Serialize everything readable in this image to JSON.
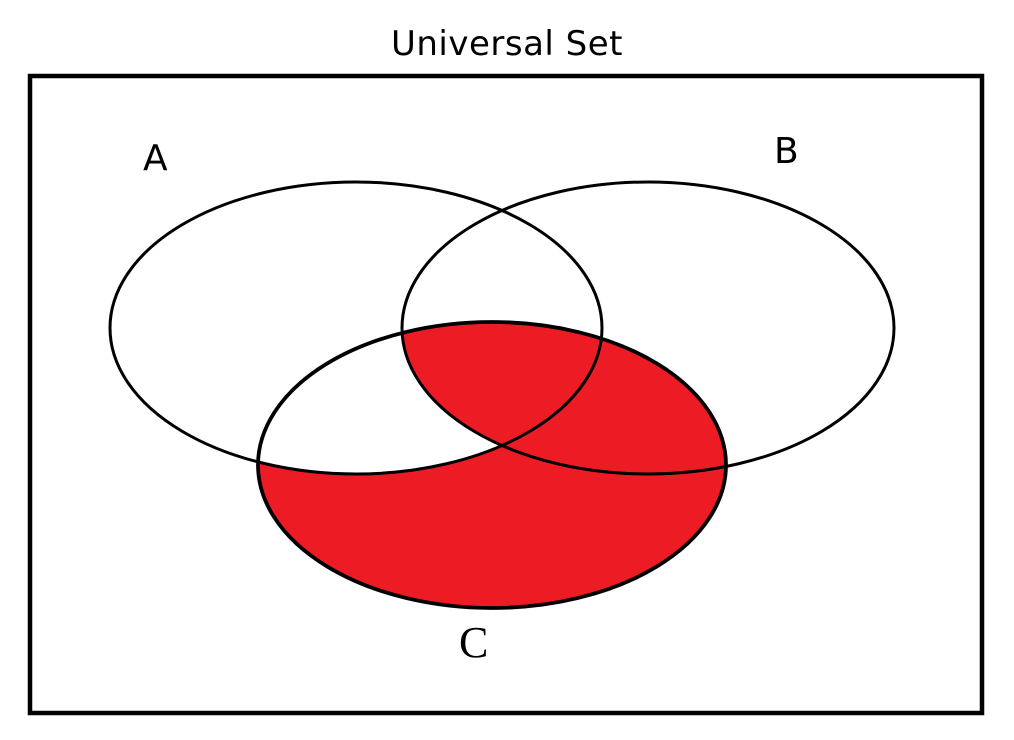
{
  "title": "Universal Set",
  "sets": {
    "a": "A",
    "b": "B",
    "c": "C"
  },
  "shaded_region": "All of set C except (A ∩ C) outside B — i.e. (C ∖ A) ∪ (A ∩ B ∩ C)",
  "colors": {
    "shaded": "#ED1C24",
    "outline": "#000000",
    "background": "#FFFFFF"
  }
}
